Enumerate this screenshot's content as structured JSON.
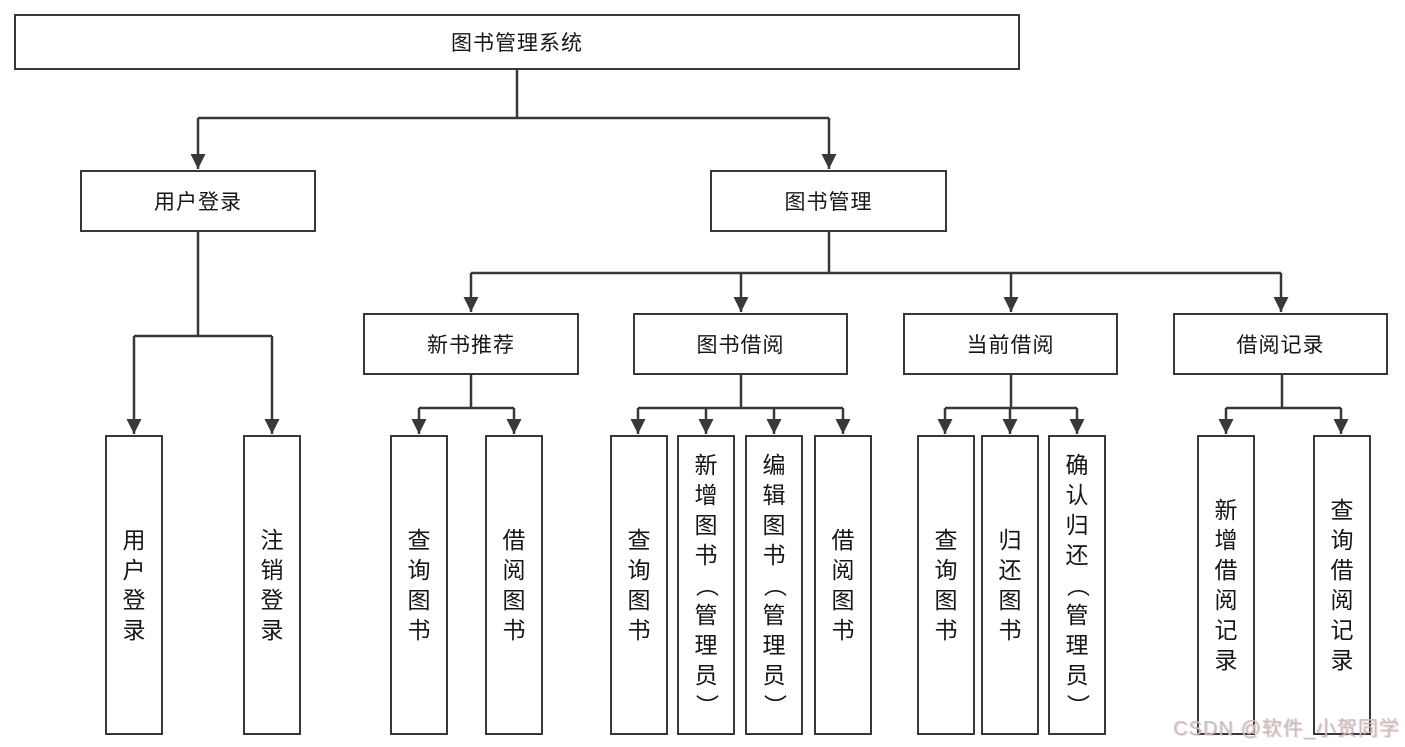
{
  "tree": {
    "root": {
      "label": "图书管理系统"
    },
    "level2": [
      {
        "label": "用户登录",
        "children": [
          {
            "label": "用户登录"
          },
          {
            "label": "注销登录"
          }
        ]
      },
      {
        "label": "图书管理",
        "children": [
          {
            "label": "新书推荐",
            "children": [
              {
                "label": "查询图书"
              },
              {
                "label": "借阅图书"
              }
            ]
          },
          {
            "label": "图书借阅",
            "children": [
              {
                "label": "查询图书"
              },
              {
                "label": "新增图书（管理员）"
              },
              {
                "label": "编辑图书（管理员）"
              },
              {
                "label": "借阅图书"
              }
            ]
          },
          {
            "label": "当前借阅",
            "children": [
              {
                "label": "查询图书"
              },
              {
                "label": "归还图书"
              },
              {
                "label": "确认归还（管理员）"
              }
            ]
          },
          {
            "label": "借阅记录",
            "children": [
              {
                "label": "新增借阅记录"
              },
              {
                "label": "查询借阅记录"
              }
            ]
          }
        ]
      }
    ]
  },
  "watermark": {
    "text": "CSDN @软件_小贺同学"
  },
  "colors": {
    "line": "#383838",
    "box_border": "#383838",
    "box_background": "#ffffff",
    "text": "#161616",
    "watermark_text": "#c3c3c3",
    "watermark_accent": "#fc5531"
  }
}
